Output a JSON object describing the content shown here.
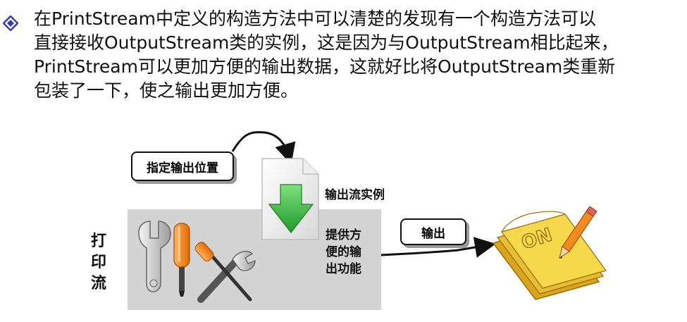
{
  "paragraph": {
    "lines": [
      "在PrintStream中定义的构造方法中可以清楚的发现有一个构造方法可以",
      "直接接收OutputStream类的实例，这是因为与OutputStream相比起来，",
      "PrintStream可以更加方便的输出数据，这就好比将OutputStream类重新",
      "包装了一下，使之输出更加方便。"
    ]
  },
  "diagram": {
    "callout_specify_output": "指定输出位置",
    "label_output_stream_instance": "输出流实例",
    "label_print_stream": [
      "打",
      "印",
      "流"
    ],
    "label_convenient_output": [
      "提供方",
      "便的输",
      "出功能"
    ],
    "callout_output": "输出",
    "on_text": "ON"
  },
  "colors": {
    "bullet": "#3b3bb0",
    "gray_box": "#d3d3d3",
    "arrow_green": "#3cb83c",
    "orange_handle": "#f07d18",
    "notepad_yellow": "#f6d84a"
  }
}
